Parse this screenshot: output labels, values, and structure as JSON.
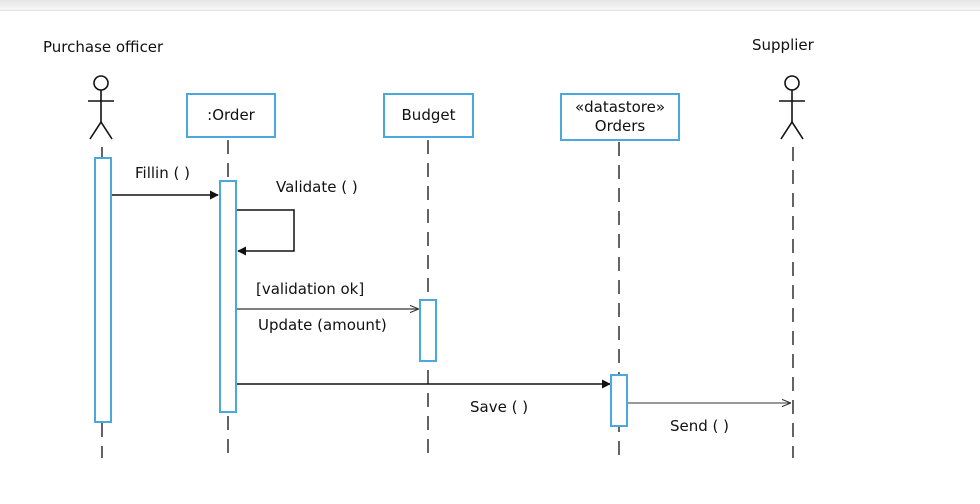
{
  "actors": {
    "purchase_officer": "Purchase officer",
    "supplier": "Supplier"
  },
  "objects": {
    "order": ":Order",
    "budget": "Budget",
    "orders_stereotype": "«datastore»",
    "orders": "Orders"
  },
  "messages": {
    "fillin": "Fillin ( )",
    "validate": "Validate ( )",
    "guard": "[validation ok]",
    "update": "Update (amount)",
    "save": "Save ( )",
    "send": "Send ( )"
  },
  "colors": {
    "box_border": "#4aa8dc",
    "line": "#111111"
  }
}
